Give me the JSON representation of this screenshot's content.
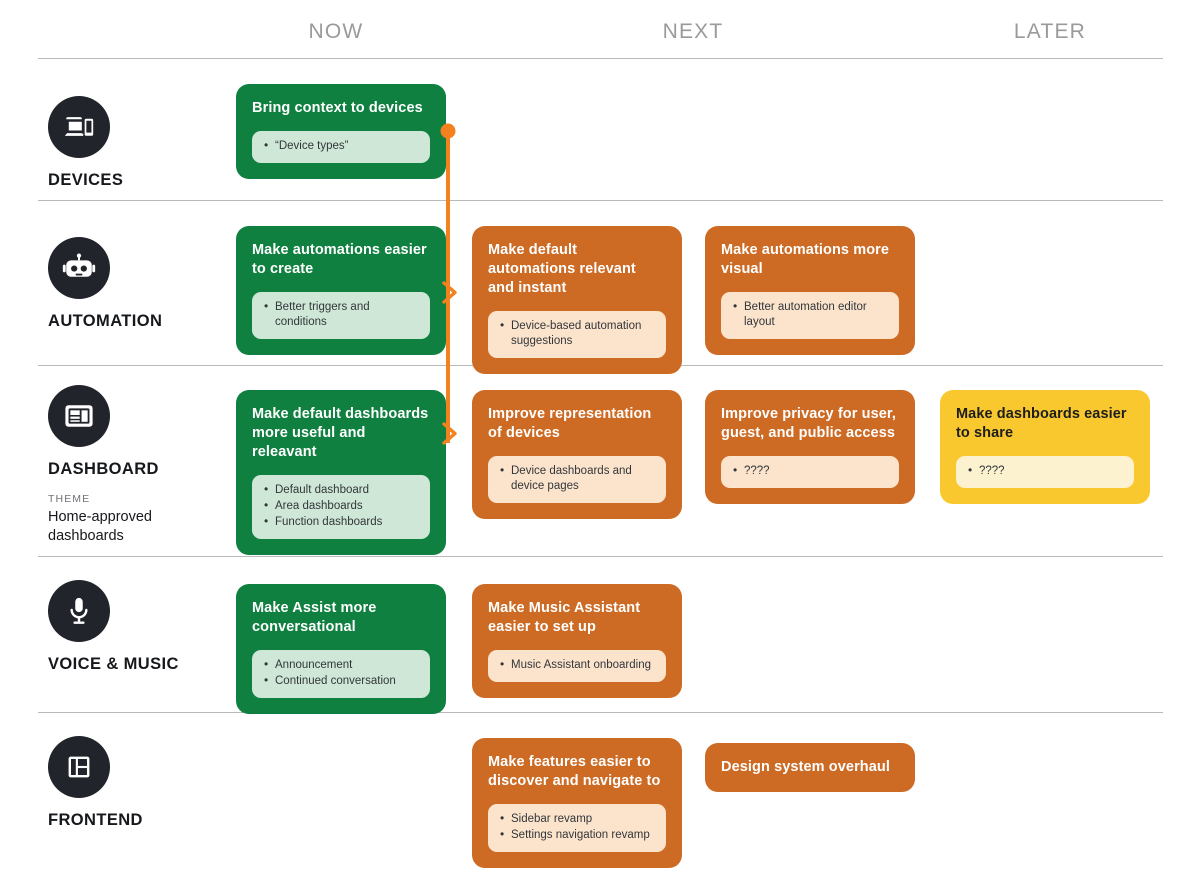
{
  "columns": [
    {
      "id": "now",
      "label": "NOW"
    },
    {
      "id": "next",
      "label": "NEXT"
    },
    {
      "id": "later",
      "label": "LATER"
    }
  ],
  "accent_colors": {
    "now": "#0f8040",
    "next": "#cd6a23",
    "later": "#f8c82e",
    "connector": "#f4811f",
    "icon_circle": "#21242a",
    "divider": "#b9b9b9",
    "header_text": "#9a9a9a"
  },
  "rows": [
    {
      "id": "devices",
      "title": "DEVICES",
      "icon": "devices-icon",
      "theme_kicker": null,
      "theme_text": null,
      "cards": [
        {
          "column": "now",
          "color": "green",
          "title": "Bring context to devices",
          "items": [
            "“Device types”"
          ]
        }
      ]
    },
    {
      "id": "automation",
      "title": "AUTOMATION",
      "icon": "robot-icon",
      "theme_kicker": null,
      "theme_text": null,
      "cards": [
        {
          "column": "now",
          "color": "green",
          "title": "Make automations easier to create",
          "items": [
            "Better triggers and conditions"
          ]
        },
        {
          "column": "next",
          "color": "orange",
          "title": "Make default automations relevant and instant",
          "items": [
            "Device-based automation suggestions"
          ]
        },
        {
          "column": "next2",
          "color": "orange",
          "title": "Make automations more visual",
          "items": [
            "Better automation editor layout"
          ]
        }
      ]
    },
    {
      "id": "dashboard",
      "title": "DASHBOARD",
      "icon": "dashboard-icon",
      "theme_kicker": "THEME",
      "theme_text": "Home-approved dashboards",
      "cards": [
        {
          "column": "now",
          "color": "green",
          "title": "Make default dashboards more useful and releavant",
          "items": [
            "Default dashboard",
            "Area dashboards",
            "Function dashboards"
          ]
        },
        {
          "column": "next",
          "color": "orange",
          "title": "Improve representation of devices",
          "items": [
            "Device dashboards and device pages"
          ]
        },
        {
          "column": "next2",
          "color": "orange",
          "title": "Improve privacy for user, guest, and public access",
          "items": [
            "????"
          ]
        },
        {
          "column": "later",
          "color": "yellow",
          "title": "Make dashboards easier to share",
          "items": [
            "????"
          ]
        }
      ]
    },
    {
      "id": "voice-music",
      "title": "VOICE & MUSIC",
      "icon": "microphone-icon",
      "theme_kicker": null,
      "theme_text": null,
      "cards": [
        {
          "column": "now",
          "color": "green",
          "title": "Make Assist more conversational",
          "items": [
            "Announcement",
            "Continued conversation"
          ]
        },
        {
          "column": "next",
          "color": "orange",
          "title": "Make Music Assistant easier to set up",
          "items": [
            "Music Assistant onboarding"
          ]
        }
      ]
    },
    {
      "id": "frontend",
      "title": "FRONTEND",
      "icon": "layout-icon",
      "theme_kicker": null,
      "theme_text": null,
      "cards": [
        {
          "column": "next",
          "color": "orange",
          "title": "Make features easier to discover and navigate to",
          "items": [
            "Sidebar revamp",
            "Settings navigation revamp"
          ]
        },
        {
          "column": "next2",
          "color": "orange",
          "title": "Design system overhaul",
          "items": []
        }
      ]
    }
  ],
  "connector": {
    "name": "devices-to-dashboard-connector",
    "from": "Bring context to devices",
    "to": "Improve representation of devices",
    "color": "#f4811f"
  }
}
